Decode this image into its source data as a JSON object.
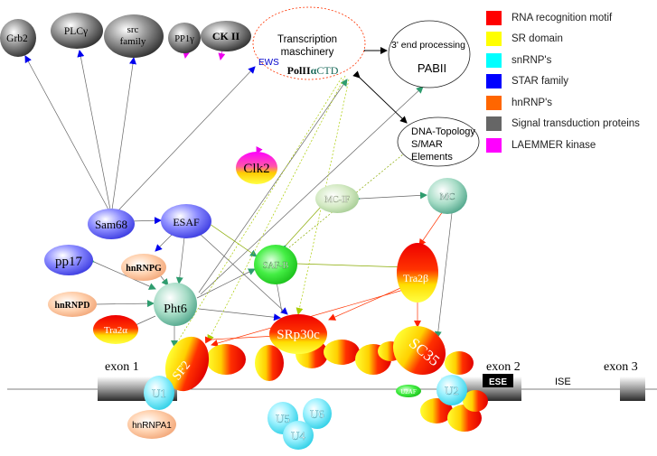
{
  "legend": [
    {
      "label": "RNA recognition motif",
      "color": "#ff0000",
      "icon": "rna-recognition-motif-swatch"
    },
    {
      "label": "SR domain",
      "color": "#ffff00",
      "icon": "sr-domain-swatch"
    },
    {
      "label": "snRNP's",
      "color": "#00ffff",
      "icon": "snrnp-swatch"
    },
    {
      "label": "STAR family",
      "color": "#0000ff",
      "icon": "star-family-swatch"
    },
    {
      "label": "hnRNP's",
      "color": "#ff6600",
      "icon": "hnrnp-swatch"
    },
    {
      "label": "Signal transduction proteins",
      "color": "#666666",
      "icon": "signal-transduction-swatch"
    },
    {
      "label": "LAEMMER kinase",
      "color": "#ff00ff",
      "icon": "laemmer-kinase-swatch"
    }
  ],
  "signal_proteins": {
    "grb2": "Grb2",
    "plc": "PLCγ",
    "src_line1": "src",
    "src_line2": "family",
    "pp1": "PP1γ",
    "ck2": "CK II"
  },
  "transcription": {
    "line1": "Transcription",
    "line2": "maschinery",
    "pol": "PolII",
    "alpha": "α",
    "ctd": "CTD",
    "ews": "EWS"
  },
  "end_processing": {
    "line1": "3' end processing",
    "pabii": "PABII"
  },
  "dna_topology": {
    "line1": "DNA-Topology",
    "line2": "S/MAR",
    "line3": "Elements"
  },
  "proteins": {
    "clk2": "Clk2",
    "mc_if": "MC-IF",
    "mc": "MC",
    "sam68": "Sam68",
    "esaf": "ESAF",
    "pp17": "pp17",
    "hnrnpg": "hnRNPG",
    "saf_b": "SAF-B",
    "tra2b": "Tra2β",
    "hnrnpd": "hnRNPD",
    "pht6": "Pht6",
    "tra2a": "Tra2α",
    "srp30c": "SRp30c",
    "sc35": "SC35",
    "sf2": "SF2",
    "hnrnpa1": "hnRNPA1"
  },
  "gene": {
    "exon1": "exon 1",
    "exon2": "exon 2",
    "exon3": "exon 3",
    "ese": "ESE",
    "ise": "ISE"
  },
  "snrnps": {
    "u1": "U1",
    "u2": "U2",
    "u2af": "U2AF",
    "u4": "U4",
    "u5": "U5",
    "u6": "U6"
  }
}
